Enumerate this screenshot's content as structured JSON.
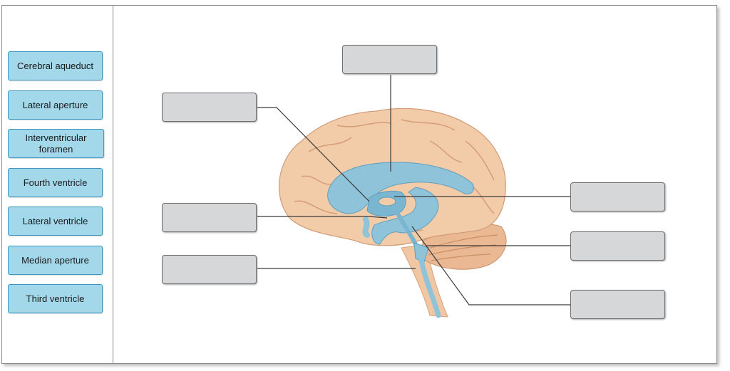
{
  "labels": [
    "Cerebral aqueduct",
    "Lateral aperture",
    "Interventricular foramen",
    "Fourth ventricle",
    "Lateral ventricle",
    "Median aperture",
    "Third ventricle"
  ],
  "colors": {
    "chip_fill": "#a3d7ea",
    "chip_border": "#3a97bf",
    "slot_fill": "#d6d7d9",
    "brain_tissue": "#f1c8a4",
    "ventricle_blue": "#8fc3da"
  }
}
